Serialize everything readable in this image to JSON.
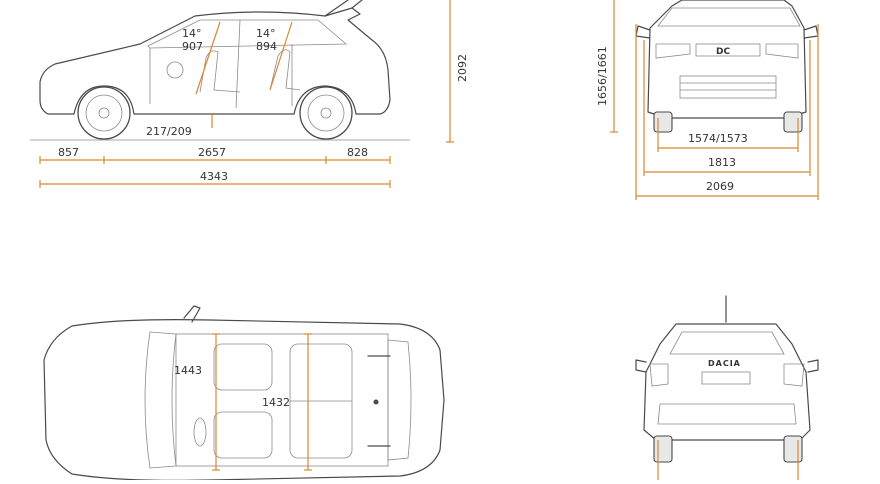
{
  "side_view": {
    "angle_front": "14°",
    "height_front": "907",
    "angle_rear": "14°",
    "height_rear": "894",
    "ground_clearance": "217/209",
    "front_overhang": "857",
    "wheelbase": "2657",
    "rear_overhang": "828",
    "overall_length": "4343",
    "height_tailgate_open": "2092"
  },
  "front_view": {
    "height": "1656/1661",
    "front_track": "1574/1573",
    "width": "1813",
    "width_with_mirrors": "2069",
    "grille_badge": "DC"
  },
  "top_view": {
    "front_elbow_width": "1443",
    "rear_elbow_width": "1432"
  },
  "rear_view": {
    "badge": "DACIA"
  },
  "colors": {
    "dimension_line": "#d9892f",
    "outline": "#4a4a4a"
  }
}
